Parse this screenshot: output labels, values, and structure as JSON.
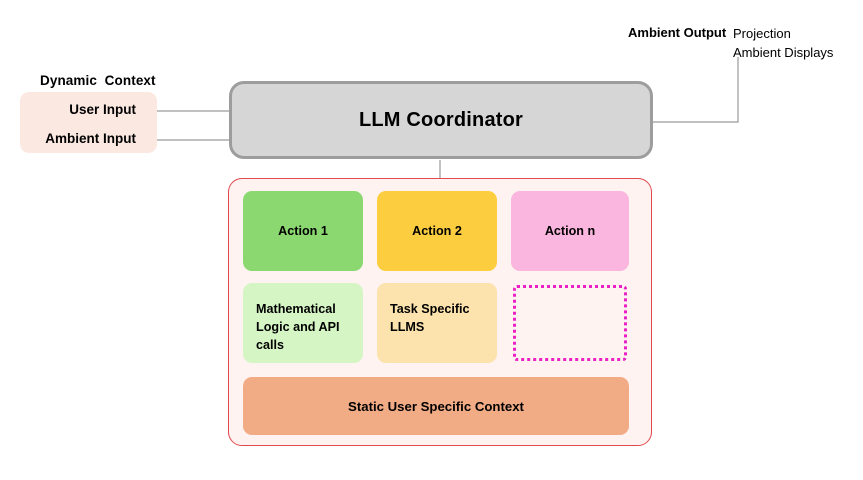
{
  "diagram": {
    "title": "LLM Coordinator ambient system architecture",
    "background": "#ffffff"
  },
  "inputs": {
    "group_label": "Dynamic  Context",
    "box_color": "#FBE9E1",
    "items": [
      {
        "label": "User Input"
      },
      {
        "label": "Ambient Input"
      }
    ]
  },
  "coordinator": {
    "title": "LLM Coordinator",
    "fill": "#D6D6D6",
    "border": "#9D9D9D"
  },
  "output": {
    "label": "Ambient Output",
    "values": [
      "Projection",
      "Ambient Displays"
    ]
  },
  "container": {
    "fill": "#FEF3F1",
    "border": "#E1484B"
  },
  "actions_row": [
    {
      "label": "Action 1",
      "color": "#8BD871"
    },
    {
      "label": "Action 2",
      "color": "#FCCE3F"
    },
    {
      "label": "Action n",
      "color": "#FBB6DF"
    }
  ],
  "capabilities_row": [
    {
      "label": "Mathematical Logic and API calls",
      "color": "#D5F5C5"
    },
    {
      "label": "Task Specific LLMS",
      "color": "#FCE2AC"
    },
    {
      "label": "",
      "color": "transparent",
      "border": "#EB1FC3",
      "style": "dotted"
    }
  ],
  "static_context": {
    "label": "Static User Specific Context",
    "color": "#F2AC85"
  },
  "connectors": {
    "line_color": "#9A9A9A",
    "arrow": "arrow-head-right"
  }
}
